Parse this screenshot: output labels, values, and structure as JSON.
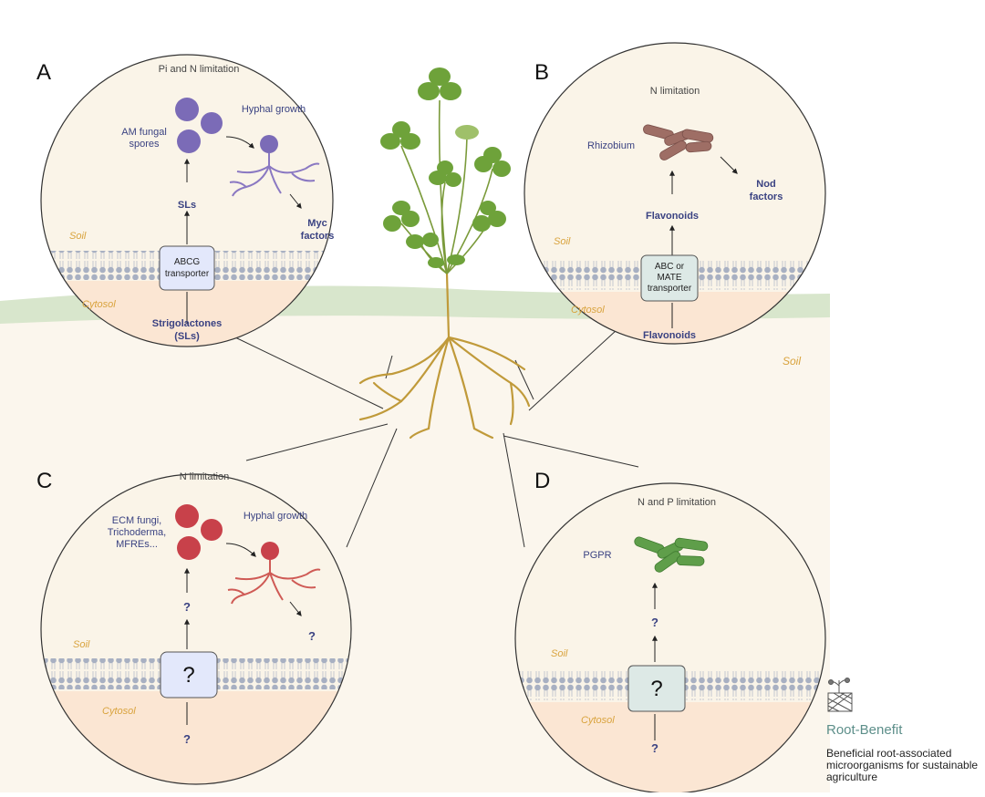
{
  "panels": {
    "A": {
      "letter": "A",
      "condition": "Pi and N limitation",
      "microbe": "AM fungal spores",
      "growth": "Hyphal growth",
      "signal": "SLs",
      "transporter": "ABCG transporter",
      "factor": "Myc factors",
      "compound": "Strigolactones (SLs)",
      "soil": "Soil",
      "cytosol": "Cytosol"
    },
    "B": {
      "letter": "B",
      "condition": "N limitation",
      "microbe": "Rhizobium",
      "factor": "Nod factors",
      "signal": "Flavonoids",
      "transporter": "ABC or MATE transporter",
      "compound": "Flavonoids",
      "soil": "Soil",
      "cytosol": "Cytosol"
    },
    "C": {
      "letter": "C",
      "condition": "N limitation",
      "microbe": "ECM fungi, Trichoderma, MFREs...",
      "growth": "Hyphal growth",
      "signal": "?",
      "transporter": "?",
      "factor": "?",
      "compound": "?",
      "soil": "Soil",
      "cytosol": "Cytosol"
    },
    "D": {
      "letter": "D",
      "condition": "N and P limitation",
      "microbe": "PGPR",
      "signal": "?",
      "transporter": "?",
      "compound": "?",
      "soil": "Soil",
      "cytosol": "Cytosol"
    }
  },
  "main_soil": "Soil",
  "brand": {
    "name": "Root-Benefit",
    "tagline": "Beneficial root-associated microorganisms for sustainable agriculture"
  },
  "colors": {
    "circle_bg": "#faf4e8",
    "soil_ground": "#fbf6ed",
    "cytosol": "#fbe6d3",
    "grass": "#d8e6cc",
    "membrane": "#a8b0c2",
    "purple": "#7b6bb7",
    "red": "#c8414a",
    "brown": "#9e6e65",
    "green": "#5f9e4a",
    "text_blue": "#3a4282",
    "soil_text": "#d9a33d",
    "root": "#c09a3a"
  }
}
